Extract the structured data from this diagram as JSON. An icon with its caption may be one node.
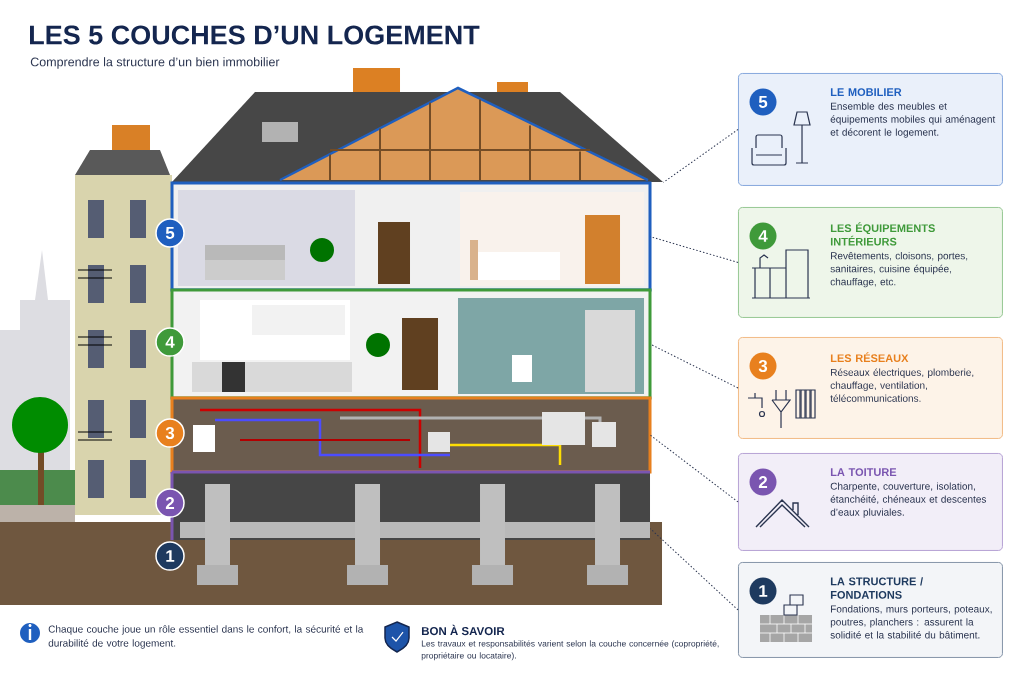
{
  "diagram": {
    "title": "LES 5 COUCHES D’UN LOGEMENT",
    "nodes": [
      {
        "text": [
          "5",
          "LE MOBILIER",
          "Ensemble des meubles et équipements mobiles qui aménagent et décorent le logement."
        ]
      },
      {
        "text": [
          "4",
          "LES ÉQUIPEMENTS INTÉRIEURS",
          "Revêtements, cloisons, portes, sanitaires, cuisine équipée, chauffage, etc."
        ]
      },
      {
        "text": [
          "3",
          "LES RÉSEAUX",
          "Réseaux électriques, plomberie, chauffage, ventilation, télécommunications."
        ]
      },
      {
        "text": [
          "2",
          "LA TOITURE",
          "Charpente, couverture, isolation, étanchéité, chéneaux et descentes d’eaux pluviales."
        ]
      },
      {
        "text": [
          "1",
          "LA STRUCTURE / FONDATIONS",
          "Fondations, murs porteurs, poteaux, poutres, planchers : assurent la solidité et la stabilité du bâtiment."
        ]
      },
      {
        "text": [
          "5"
        ]
      },
      {
        "text": [
          "4"
        ]
      },
      {
        "text": [
          "3"
        ]
      },
      {
        "text": [
          "2"
        ]
      },
      {
        "text": [
          "1"
        ]
      },
      {
        "text": [],
        "shape": "picture"
      },
      {
        "text": [],
        "shape": "picture"
      },
      {
        "text": [],
        "shape": "picture"
      },
      {
        "text": [],
        "shape": "picture"
      },
      {
        "text": [],
        "shape": "picture"
      }
    ],
    "edges": [
      {
        "from": 0,
        "to": 10,
        "arrow": "none",
        "style": "dashed"
      },
      {
        "from": 1,
        "to": 11,
        "arrow": "none",
        "style": "dashed"
      },
      {
        "from": 2,
        "to": 12,
        "arrow": "none",
        "style": "dashed"
      },
      {
        "from": 3,
        "to": 13,
        "arrow": "none",
        "style": "dashed"
      },
      {
        "from": 4,
        "to": 14,
        "arrow": "none",
        "style": "dashed"
      }
    ],
    "labels": [
      "Comprendre la structure d’un bien immobilier",
      "Chaque couche joue un rôle essentiel dans le confort, la sécurité et la durabilité de votre logement.",
      "BON À SAVOIR",
      "Les travaux et responsabilités varient selon la couche concernée (copropriété, propriétaire ou locataire)."
    ]
  }
}
